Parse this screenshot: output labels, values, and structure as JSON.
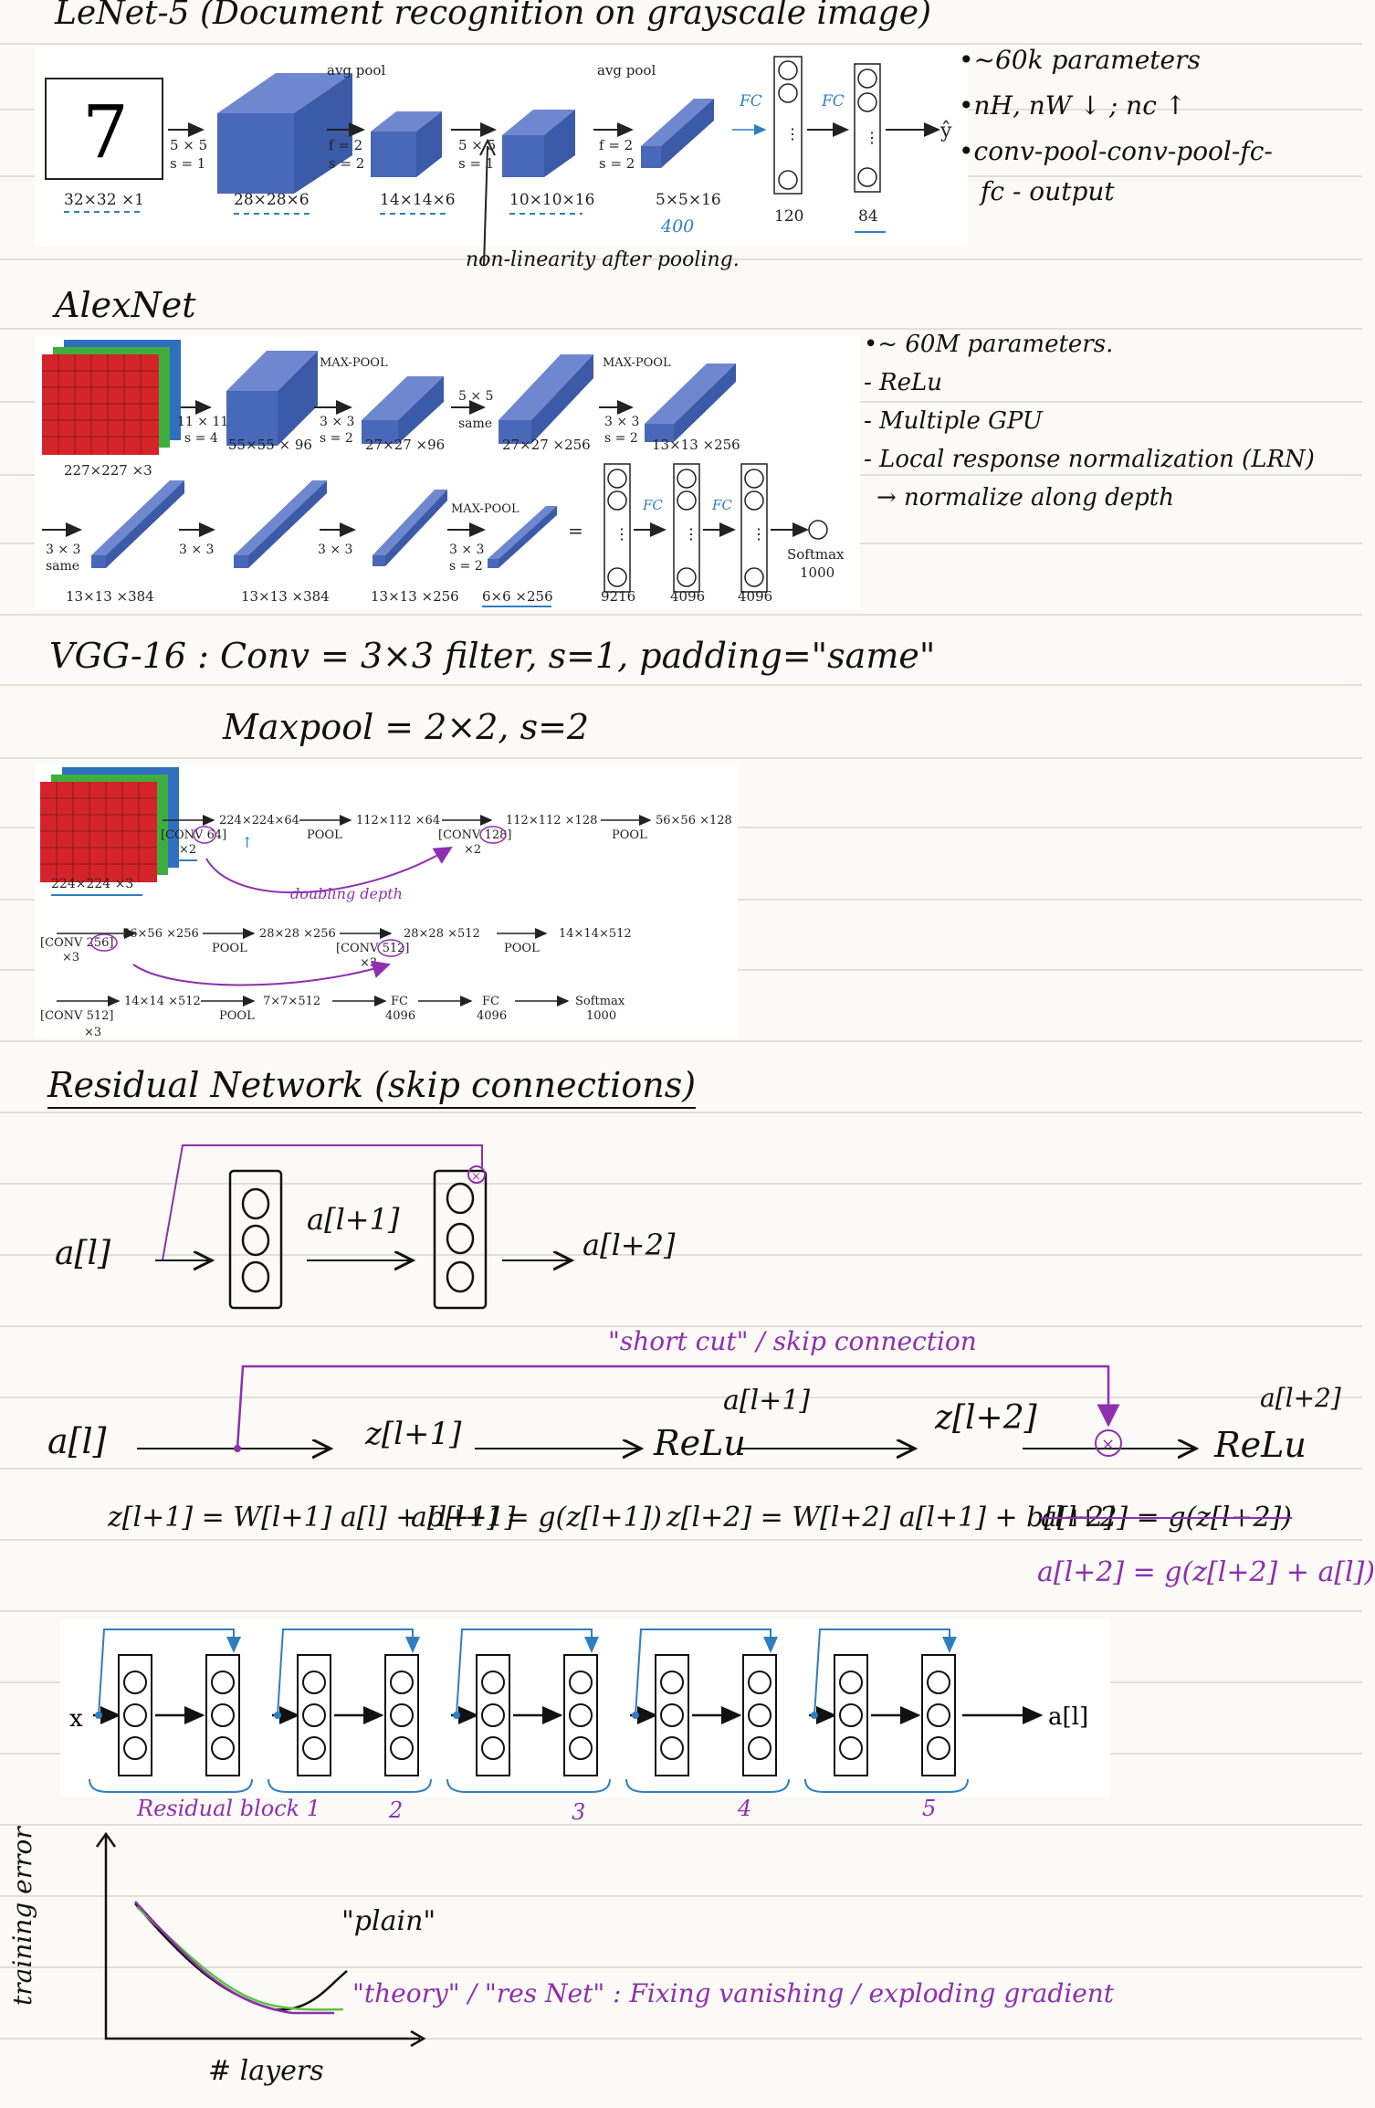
{
  "lenet": {
    "heading": "LeNet-5 (Document recognition on grayscale image)",
    "input_digit": "7",
    "input_size": "32×32 ×1",
    "conv1": {
      "filter": "5 × 5",
      "stride": "s = 1",
      "size": "28×28×6"
    },
    "pool1": {
      "type": "avg pool",
      "filter": "f = 2",
      "stride": "s = 2",
      "size": "14×14×6"
    },
    "conv2": {
      "filter": "5 × 5",
      "stride": "s = 1",
      "size": "10×10×16"
    },
    "pool2": {
      "type": "avg pool",
      "filter": "f = 2",
      "stride": "s = 2",
      "size": "5×5×16"
    },
    "flat_note": "400",
    "fc_label": "FC",
    "fc1_size": "120",
    "fc2_size": "84",
    "output": "ŷ",
    "nonlinearity_note": "non-linearity after pooling.",
    "notes": [
      "•~60k parameters",
      "•nH, nW ↓ ; nc ↑",
      "•conv-pool-conv-pool-fc-",
      "fc - output"
    ]
  },
  "alexnet": {
    "heading": "AlexNet",
    "input_size": "227×227 ×3",
    "conv1": {
      "filter": "11 × 11",
      "stride": "s = 4",
      "size": "55×55 × 96"
    },
    "pool1": {
      "type": "MAX-POOL",
      "filter": "3 × 3",
      "stride": "s = 2",
      "size": "27×27 ×96"
    },
    "conv2": {
      "filter": "5 × 5",
      "stride": "same",
      "size": "27×27 ×256"
    },
    "pool2": {
      "type": "MAX-POOL",
      "filter": "3 × 3",
      "stride": "s = 2",
      "size": "13×13 ×256"
    },
    "conv3": {
      "filter": "3 × 3",
      "stride": "same",
      "size": "13×13 ×384"
    },
    "conv4": {
      "filter": "3 × 3",
      "size": "13×13 ×384"
    },
    "conv5": {
      "filter": "3 × 3",
      "size": "13×13 ×256"
    },
    "pool3": {
      "type": "MAX-POOL",
      "filter": "3 × 3",
      "stride": "s = 2",
      "size": "6×6 ×256"
    },
    "equals": "=",
    "fc_label": "FC",
    "fc_sizes": [
      "9216",
      "4096",
      "4096"
    ],
    "softmax": "Softmax",
    "softmax_n": "1000",
    "notes": [
      "•~ 60M parameters.",
      "- ReLu",
      "- Multiple GPU",
      "- Local response normalization (LRN)",
      "→ normalize along depth"
    ]
  },
  "vgg": {
    "heading": "VGG-16 : Conv = 3×3 filter, s=1, padding=\"same\"",
    "subheading": "Maxpool = 2×2, s=2",
    "input_size": "224×224 ×3",
    "row1": [
      "[CONV 64]",
      "×2",
      "224×224×64",
      "POOL",
      "112×112 ×64",
      "[CONV 128]",
      "×2",
      "112×112 ×128",
      "POOL",
      "56×56 ×128"
    ],
    "row2": [
      "[CONV 256]",
      "×3",
      "56×56 ×256",
      "POOL",
      "28×28 ×256",
      "[CONV 512]",
      "×3",
      "28×28 ×512",
      "POOL",
      "14×14×512"
    ],
    "row3": [
      "[CONV 512]",
      "×3",
      "14×14 ×512",
      "POOL",
      "7×7×512",
      "FC",
      "4096",
      "FC",
      "4096",
      "Softmax",
      "1000"
    ],
    "doubling_note": "doubling depth"
  },
  "resnet": {
    "heading": "Residual Network (skip connections)",
    "a_l": "a[l]",
    "a_l1": "a[l+1]",
    "a_l2": "a[l+2]",
    "shortcut_note": "\"short cut\" / skip connection",
    "chain": {
      "a": "a[l]",
      "z1": "z[l+1]",
      "relu1": "ReLu",
      "a1": "a[l+1]",
      "z2": "z[l+2]",
      "relu2": "ReLu",
      "a2": "a[l+2]"
    },
    "eq1": "z[l+1] = W[l+1] a[l] + b[l+1]",
    "eq2": "a[l+1] = g(z[l+1])",
    "eq3": "z[l+2] = W[l+2] a[l+1] + b[l+2]",
    "eq4_struck": "a[l+2] = g(z[l+2])",
    "eq5": "a[l+2] = g(z[l+2] + a[l])",
    "block_input": "x",
    "block_output": "a[l]",
    "block_labels": [
      "Residual block 1",
      "2",
      "3",
      "4",
      "5"
    ],
    "graph": {
      "ylabel": "training error",
      "xlabel": "# layers",
      "plain": "\"plain\"",
      "resnet": "\"theory\" / \"res Net\" : Fixing vanishing / exploding gradient"
    }
  },
  "colors": {
    "cube": "#4a68b9",
    "cube_top": "#6f87cf",
    "red": "#d4242a",
    "purple": "#8f2fb0",
    "blue": "#2f7fc0",
    "green": "#5ec23b"
  }
}
